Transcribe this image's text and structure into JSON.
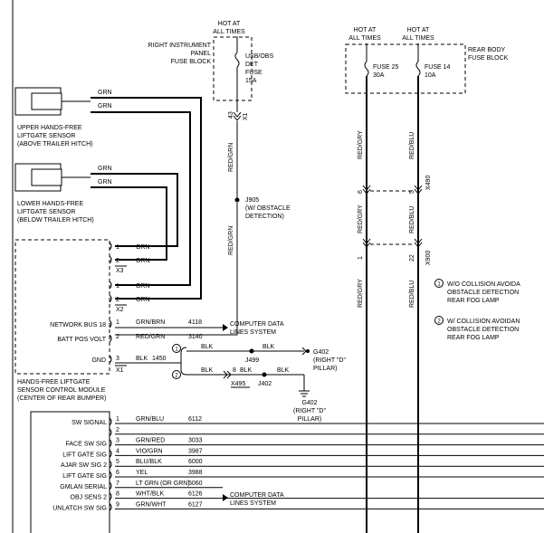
{
  "upper_sensor": {
    "name": [
      "UPPER HANDS-FREE",
      "LIFTGATE SENSOR",
      "(ABOVE TRAILER HITCH)"
    ],
    "wires": [
      "GRN",
      "GRN"
    ]
  },
  "lower_sensor": {
    "name": [
      "LOWER HANDS-FREE",
      "LIFTGATE SENSOR",
      "(BELOW TRAILER HITCH)"
    ],
    "wires": [
      "GRN",
      "GRN"
    ]
  },
  "right_fuse_block": {
    "hot": [
      "HOT AT",
      "ALL TIMES"
    ],
    "name": [
      "RIGHT INSTRUMENT",
      "PANEL",
      "FUSE BLOCK"
    ],
    "fuse": [
      "USB/OBS",
      "DET",
      "FUSE",
      "15A"
    ],
    "pin": "43",
    "conn": "X1",
    "wire": "RED/GRN",
    "splice": [
      "J905",
      "(W/ OBSTACLE",
      "DETECTION)"
    ]
  },
  "rear_fuse_block": {
    "name": [
      "REAR BODY",
      "FUSE BLOCK"
    ],
    "hot1": [
      "HOT AT",
      "ALL TIMES"
    ],
    "hot2": [
      "HOT AT",
      "ALL TIMES"
    ],
    "fuse25": [
      "FUSE 25",
      "30A"
    ],
    "fuse14": [
      "FUSE 14",
      "10A"
    ],
    "left_wire": "RED/GRY",
    "right_wire": "RED/BLU",
    "pin6": "6",
    "pin5": "5",
    "conn_x490": "X490",
    "pin1": "1",
    "pin22": "22",
    "conn_x900": "X900"
  },
  "module": {
    "name": [
      "HANDS-FREE LIFTGATE",
      "SENSOR CONTROL MODULE",
      "(CENTER OF REAR BUMPER)"
    ],
    "x3": {
      "conn": "X3",
      "pins": [
        {
          "pin": "1",
          "color": "GRN"
        },
        {
          "pin": "2",
          "color": "GRN"
        }
      ]
    },
    "x2": {
      "conn": "X2",
      "pins": [
        {
          "pin": "1",
          "color": "GRN"
        },
        {
          "pin": "2",
          "color": "GRN"
        }
      ]
    },
    "x1": {
      "conn": "X1",
      "rows": [
        {
          "label": "NETWORK BUS 18",
          "pin": "1",
          "color": "GRN/BRN",
          "circuit": "4118"
        },
        {
          "label": "BATT POS VOLT",
          "pin": "2",
          "color": "RED/GRN",
          "circuit": "3140"
        },
        {
          "label": "GND",
          "pin": "3",
          "color": "BLK",
          "circuit": "1450"
        }
      ]
    },
    "data_lines": [
      "COMPUTER DATA",
      "LINES SYSTEM"
    ]
  },
  "ground": {
    "opt1": "1",
    "opt2": "2",
    "blk": "BLK",
    "j499": "J499",
    "j402": "J402",
    "pin8": "8",
    "x495": "X495",
    "g402_a": [
      "G402",
      "(RIGHT \"D\"",
      "PILLAR)"
    ],
    "g402_b": [
      "G402",
      "(RIGHT \"D\"",
      "PILLAR)"
    ]
  },
  "notes": [
    {
      "num": "1",
      "lines": [
        "W/O COLLISION AVOIDA",
        "OBSTACLE DETECTION",
        "REAR FOG LAMP"
      ]
    },
    {
      "num": "2",
      "lines": [
        "W/ COLLISION AVOIDAN",
        "OBSTACLE DETECTION",
        "REAR FOG LAMP"
      ]
    }
  ],
  "lower_connector": {
    "rows": [
      {
        "label": "SW SIGNAL",
        "pin": "1",
        "color": "GRN/BLU",
        "circuit": "6112"
      },
      {
        "label": "",
        "pin": "2",
        "color": "",
        "circuit": ""
      },
      {
        "label": "FACE SW SIG",
        "pin": "3",
        "color": "GRN/RED",
        "circuit": "3033"
      },
      {
        "label": "LIFT GATE SIG",
        "pin": "4",
        "color": "VIO/GRN",
        "circuit": "3987"
      },
      {
        "label": "AJAR SW SIG 2",
        "pin": "5",
        "color": "BLU/BLK",
        "circuit": "6000"
      },
      {
        "label": "LIFT GATE SIG",
        "pin": "6",
        "color": "YEL",
        "circuit": "3988"
      },
      {
        "label": "GMLAN SERIAL",
        "pin": "7",
        "color": "LT GRN  (OR GRN)",
        "circuit": "5060"
      },
      {
        "label": "OBJ SENS 2",
        "pin": "8",
        "color": "WHT/BLK",
        "circuit": "6126"
      },
      {
        "label": "UNLATCH SW SIG",
        "pin": "9",
        "color": "GRN/WHT",
        "circuit": "6127"
      }
    ],
    "data_lines": [
      "COMPUTER DATA",
      "LINES SYSTEM"
    ]
  }
}
